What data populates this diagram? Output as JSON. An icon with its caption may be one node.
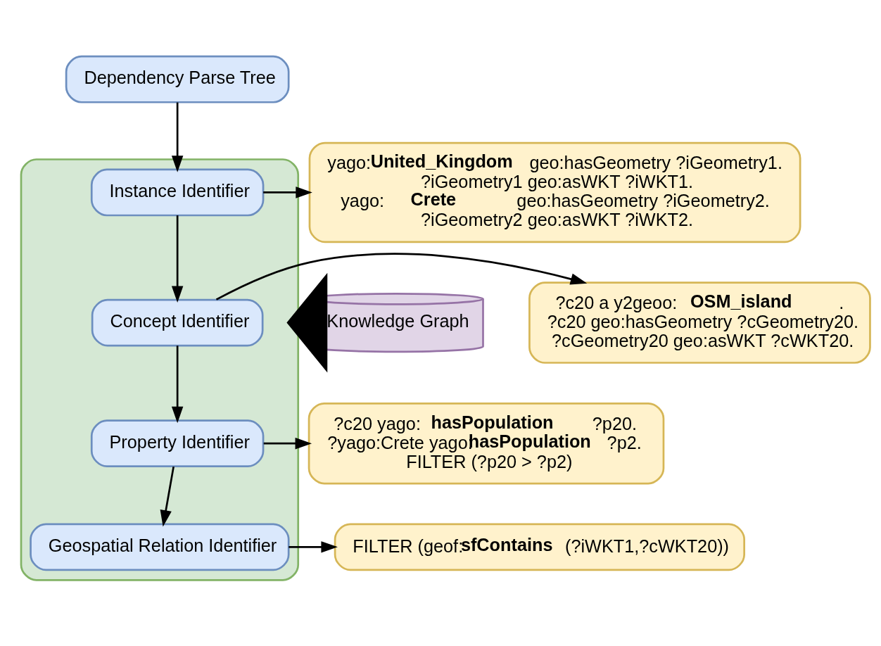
{
  "diagram": {
    "nodes": [
      {
        "text": [
          "Dependency Parse Tree"
        ]
      },
      {
        "text": [],
        "shape": "box"
      },
      {
        "text": [
          "Instance Identifier"
        ],
        "in": 1
      },
      {
        "text": [
          "Concept Identifier"
        ],
        "in": 1
      },
      {
        "text": [
          "Property Identifier"
        ],
        "in": 1
      },
      {
        "text": [
          "Geospatial Relation Identifier"
        ],
        "in": 1
      },
      {
        "text": [
          "Knowledge Graph"
        ]
      },
      {
        "text": [
          "yago:**United_Kingdom** geo:hasGeometry ?iGeometry1.",
          "?iGeometry1 geo:asWKT ?iWKT1.",
          "yago:**Crete** geo:hasGeometry ?iGeometry2.",
          "?iGeometry2 geo:asWKT ?iWKT2."
        ]
      },
      {
        "text": [
          "?c20 a y2geoo:**OSM_island**.",
          "?c20 geo:hasGeometry ?cGeometry20.",
          "?cGeometry20 geo:asWKT ?cWKT20."
        ]
      },
      {
        "text": [
          "?c20 yago:**hasPopulation** ?p20.",
          "?yago:Crete yago:**hasPopulation** ?p2.",
          "FILTER (?p20 > ?p2)"
        ]
      },
      {
        "text": [
          "FILTER (geof:**sfContains**(?iWKT1,?cWKT20))"
        ]
      }
    ],
    "edges": [
      {
        "from": 0,
        "to": 2,
        "arrow": "to"
      },
      {
        "from": 6,
        "to": 1,
        "arrow": "to",
        "style": "thick"
      },
      {
        "from": 2,
        "to": 3,
        "arrow": "to"
      },
      {
        "from": 3,
        "to": 4,
        "arrow": "to"
      },
      {
        "from": 4,
        "to": 5,
        "arrow": "to"
      },
      {
        "from": 2,
        "to": 7,
        "arrow": "to"
      },
      {
        "from": 3,
        "to": 8,
        "arrow": "to"
      },
      {
        "from": 4,
        "to": 9,
        "arrow": "to"
      },
      {
        "from": 5,
        "to": 10,
        "arrow": "to"
      }
    ]
  }
}
